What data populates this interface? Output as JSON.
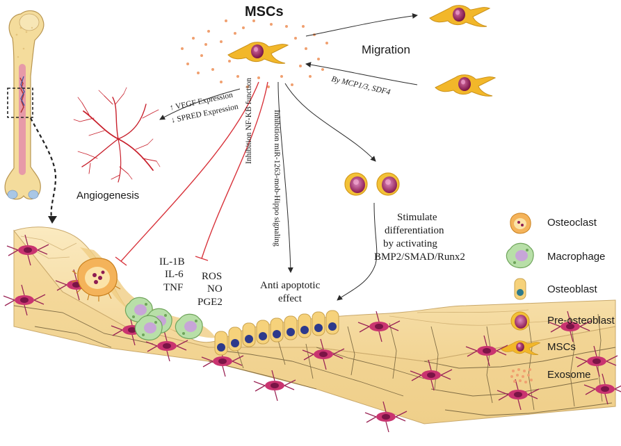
{
  "title": "MSCs",
  "labels": {
    "migration": "Migration",
    "by_mcp": "By MCP1/3, SDF4",
    "vegf": "↑ VEGF Expression",
    "spred": "↓ SPRED Expression",
    "angiogenesis": "Angiogenesis",
    "nfkb": "Inhibition NF-KB function",
    "mir": "Inhibition miR-1263-mob-Hippo signaling",
    "il1b": "IL-1B",
    "il6": "IL-6",
    "tnf": "TNF",
    "ros": "ROS",
    "no": "NO",
    "pge2": "PGE2",
    "anti_line1": "Anti apoptotic",
    "anti_line2": "effect",
    "stim_line1": "Stimulate",
    "stim_line2": "differentiation",
    "stim_line3": "by activating",
    "stim_line4": "BMP2/SMAD/Runx2"
  },
  "legend": [
    {
      "label": "Osteoclast",
      "icon": "osteoclast-icon"
    },
    {
      "label": "Macrophage",
      "icon": "macrophage-icon"
    },
    {
      "label": "Osteoblast",
      "icon": "osteoblast-icon"
    },
    {
      "label": "Pre-osteoblast",
      "icon": "pre-osteoblast-icon"
    },
    {
      "label": "MSCs",
      "icon": "msc-icon"
    },
    {
      "label": "Exosome",
      "icon": "exosome-icon"
    }
  ],
  "colors": {
    "bone": "#f7e0a8",
    "bone_edge": "#d9b46a",
    "msc": "#f2b72a",
    "nucleus": "#8e1c52",
    "inhibition": "#d8333b",
    "exosome": "#f0a070",
    "osteoclast": "#f4b35a",
    "macrophage": "#a8d49a",
    "vessel": "#c8202c"
  }
}
